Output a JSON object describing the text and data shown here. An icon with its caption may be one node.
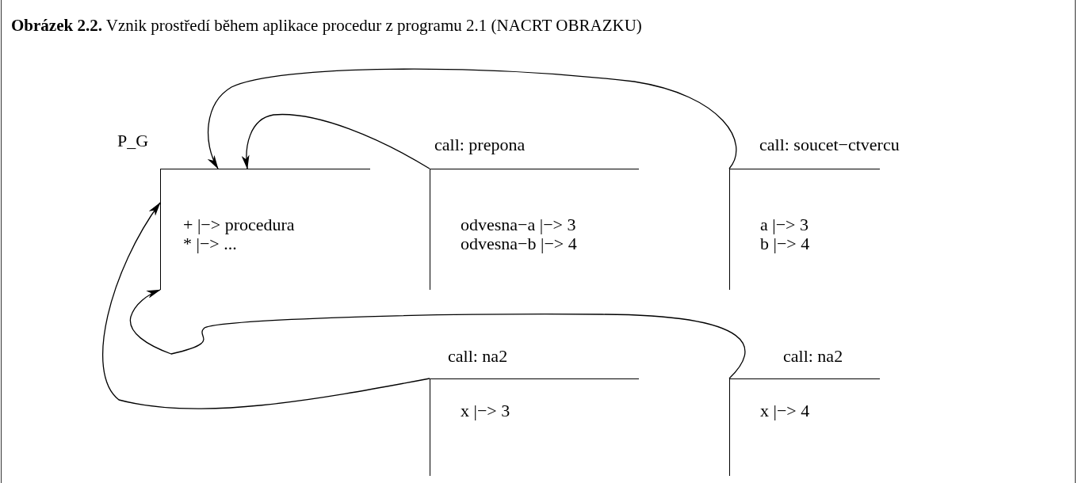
{
  "diagram": {
    "title": "**Obrázek 2.2.** Vznik prostředí během aplikace procedur z programu 2.1 (NACRT OBRAZKU)",
    "nodes": [
      {
        "text": [
          "+ |−> procedura",
          "* |−> ..."
        ],
        "beside": [
          "P_G"
        ]
      },
      {
        "text": [
          "odvesna−a |−> 3",
          "odvesna−b |−> 4"
        ],
        "beside": [
          "call: prepona"
        ]
      },
      {
        "text": [
          "a |−> 3",
          "b |−> 4"
        ],
        "beside": [
          "call: soucet−ctvercu"
        ]
      },
      {
        "text": [
          "x |−> 3"
        ],
        "beside": [
          "call: na2"
        ]
      },
      {
        "text": [
          "x |−> 4"
        ],
        "beside": [
          "call: na2"
        ]
      }
    ],
    "edges": [
      {
        "from": 1,
        "to": 0,
        "arrow": "to"
      },
      {
        "from": 2,
        "to": 0,
        "arrow": "to"
      },
      {
        "from": 3,
        "to": 0,
        "arrow": "to"
      },
      {
        "from": 4,
        "to": 0,
        "arrow": "to"
      }
    ]
  }
}
